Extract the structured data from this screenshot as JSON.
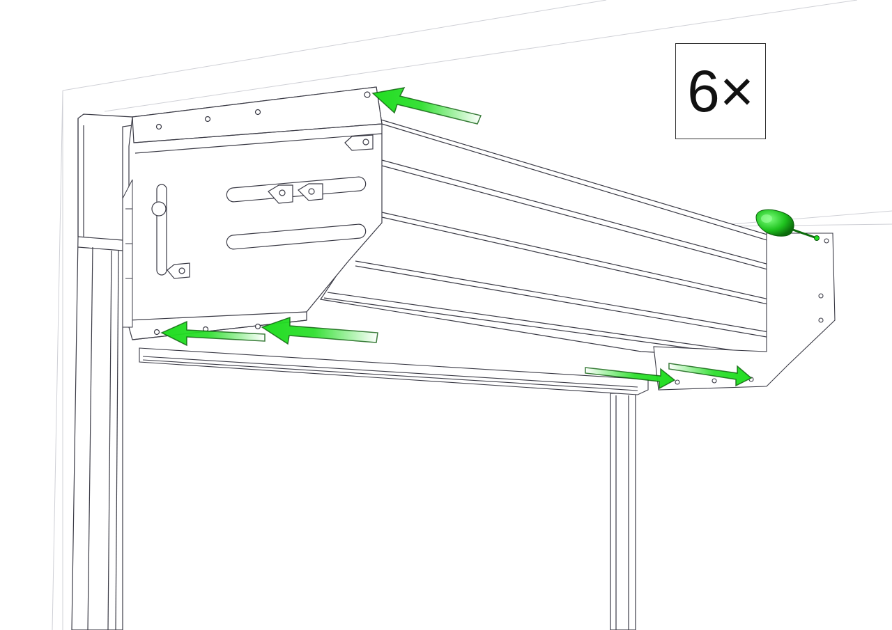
{
  "instruction": {
    "count_label": "6×"
  },
  "colors": {
    "arrow_green": "#22dd22",
    "arrow_outline": "#0b5d0b",
    "line": "#3a3a45",
    "light_line": "#c8c8d0",
    "fill": "#ffffff"
  },
  "icons": {
    "tool": "screwdriver-icon",
    "arrows": "arrow-icon"
  },
  "arrows": [
    {
      "direction": "left-up"
    },
    {
      "direction": "left"
    },
    {
      "direction": "left"
    },
    {
      "direction": "right"
    },
    {
      "direction": "right"
    }
  ]
}
